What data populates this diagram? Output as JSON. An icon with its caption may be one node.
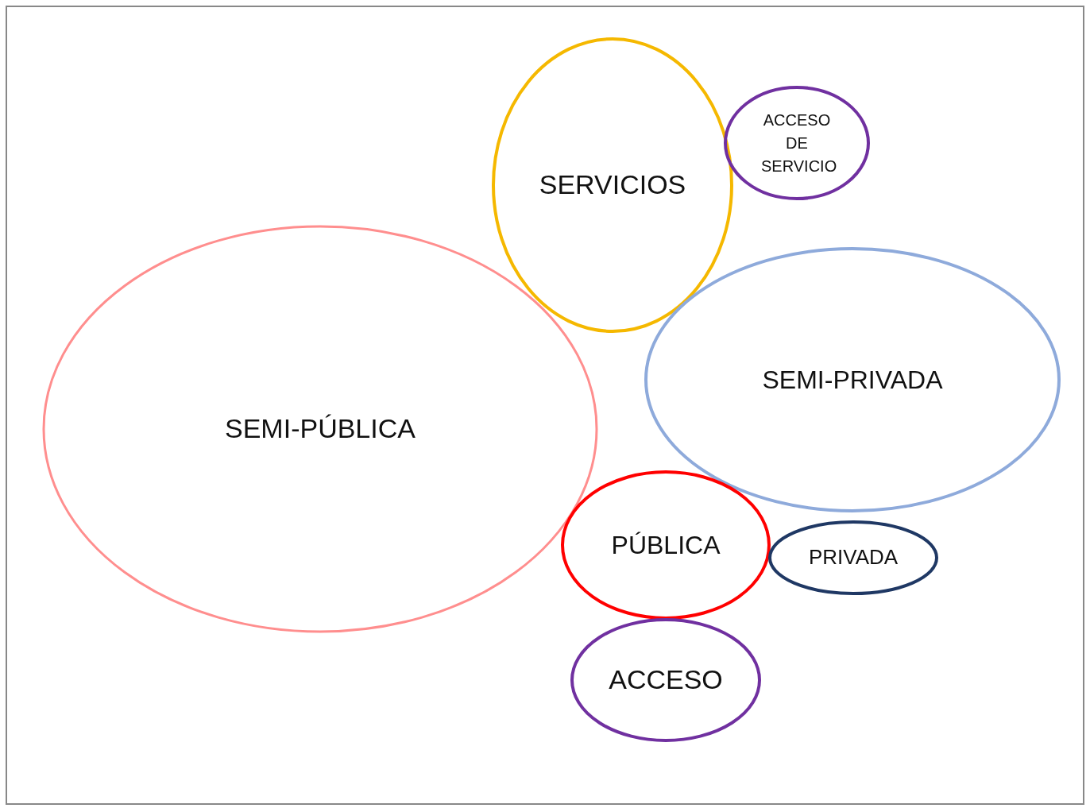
{
  "diagram": {
    "nodes": [
      {
        "text": [
          "SERVICIOS"
        ]
      },
      {
        "text": [
          "ACCESO DE SERVICIO"
        ]
      },
      {
        "text": [
          "SEMI-PRIVADA"
        ]
      },
      {
        "text": [
          "SEMI-PÚBLICA"
        ]
      },
      {
        "text": [
          "PÚBLICA"
        ]
      },
      {
        "text": [
          "PRIVADA"
        ]
      },
      {
        "text": [
          "ACCESO"
        ]
      }
    ]
  }
}
